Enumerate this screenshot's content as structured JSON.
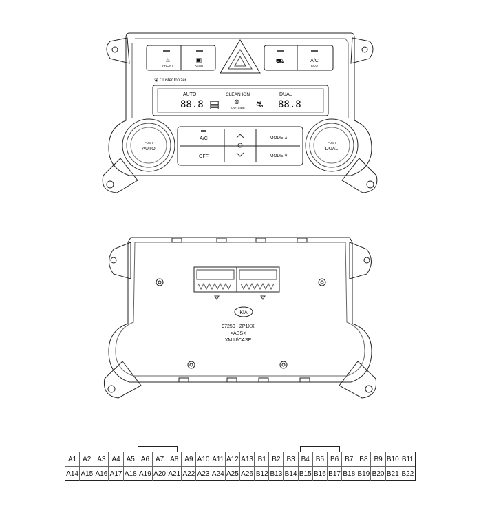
{
  "front_panel": {
    "btn_front_defrost": "FRONT",
    "btn_rear_defrost": "REAR",
    "btn_ac_label": "A/C",
    "btn_ac_sub": "ECO",
    "brand_text": "Cluster Ionizer",
    "lcd": {
      "auto": "AUTO",
      "clean_ion": "CLEAN ION",
      "outside": "OUTSIDE",
      "dual": "DUAL",
      "temp_left": "88.8",
      "temp_right": "88.8"
    },
    "knob_left_push": "PUSH",
    "knob_left_label": "AUTO",
    "knob_right_push": "PUSH",
    "knob_right_label": "DUAL",
    "btn_ac_center": "A/C",
    "btn_off": "OFF",
    "btn_mode_up": "MODE ∧",
    "btn_mode_down": "MODE ∨"
  },
  "rear_panel": {
    "logo": "KIA",
    "part_number": "97250 - 2P1XX",
    "material": ">ABS<",
    "case_label": "XM U/CASE"
  },
  "connector_pins": {
    "row_a_top": [
      "A1",
      "A2",
      "A3",
      "A4",
      "A5",
      "A6",
      "A7",
      "A8",
      "A9",
      "A10",
      "A11",
      "A12",
      "A13"
    ],
    "row_a_bottom": [
      "A14",
      "A15",
      "A16",
      "A17",
      "A18",
      "A19",
      "A20",
      "A21",
      "A22",
      "A23",
      "A24",
      "A25",
      "A26"
    ],
    "row_b_top": [
      "B1",
      "B2",
      "B3",
      "B4",
      "B5",
      "B6",
      "B7",
      "B8",
      "B9",
      "B10",
      "B11"
    ],
    "row_b_bottom": [
      "B12",
      "B13",
      "B14",
      "B15",
      "B16",
      "B17",
      "B18",
      "B19",
      "B20",
      "B21",
      "B22"
    ]
  }
}
